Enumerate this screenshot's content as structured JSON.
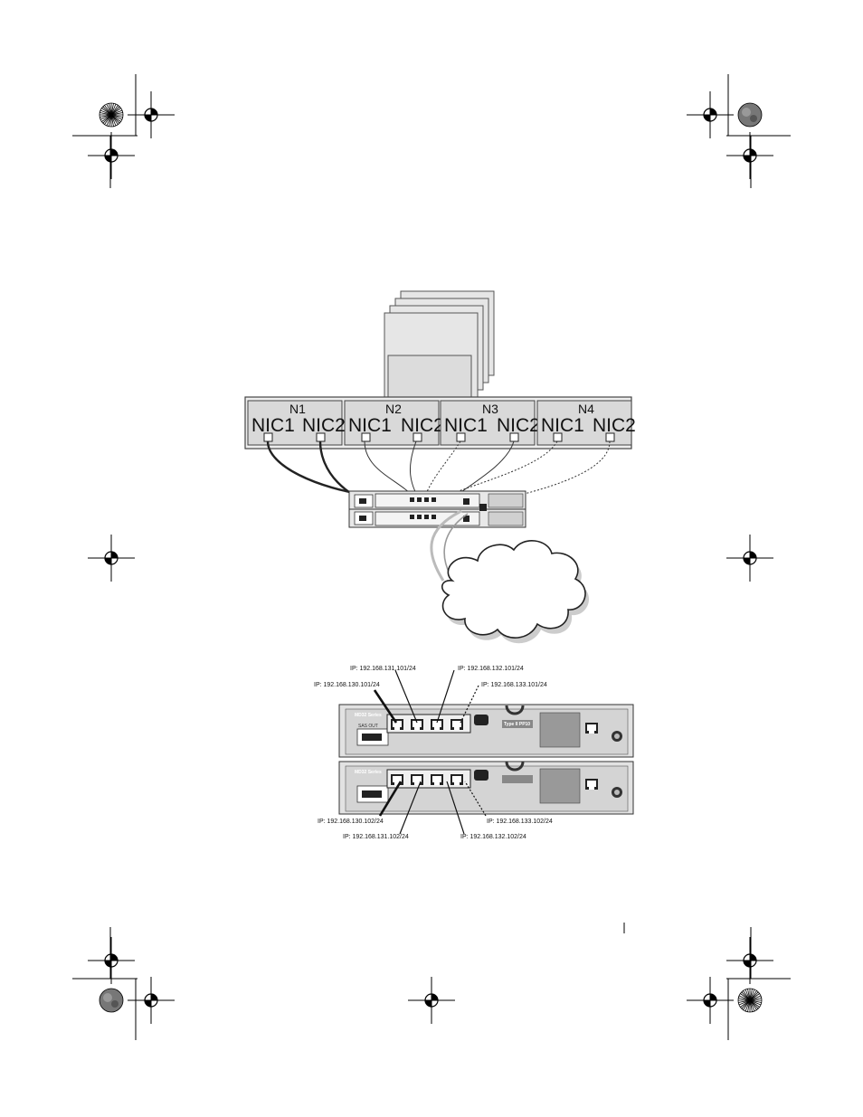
{
  "nodes": [
    {
      "id": "N1",
      "nic1": "NIC1",
      "nic2": "NIC2"
    },
    {
      "id": "N2",
      "nic1": "NIC1",
      "nic2": "NIC2"
    },
    {
      "id": "N3",
      "nic1": "NIC1",
      "nic2": "NIC2"
    },
    {
      "id": "N4",
      "nic1": "NIC1",
      "nic2": "NIC2"
    }
  ],
  "controller_labels": {
    "series_top": "MD32 Series",
    "series_bottom": "MD32 Series",
    "sas_out": "SAS OUT",
    "port_type": "Type II PP10"
  },
  "ip_addresses": {
    "top": [
      "IP: 192.168.130.101/24",
      "IP: 192.168.131.101/24",
      "IP: 192.168.132.101/24",
      "IP: 192.168.133.101/24"
    ],
    "bottom": [
      "IP: 192.168.130.102/24",
      "IP: 192.168.131.102/24",
      "IP: 192.168.132.102/24",
      "IP: 192.168.133.102/24"
    ]
  },
  "colors": {
    "panel_fill": "#d9d9d9",
    "panel_border": "#444444",
    "cable_solid": "#222222",
    "cable_gray": "#bbbbbb",
    "cloud_shadow": "#cccccc"
  },
  "icons": [
    "registration-crosshair-icon",
    "starburst-calibration-icon",
    "gray-calibration-circle-icon",
    "cloud-icon",
    "network-icon"
  ]
}
